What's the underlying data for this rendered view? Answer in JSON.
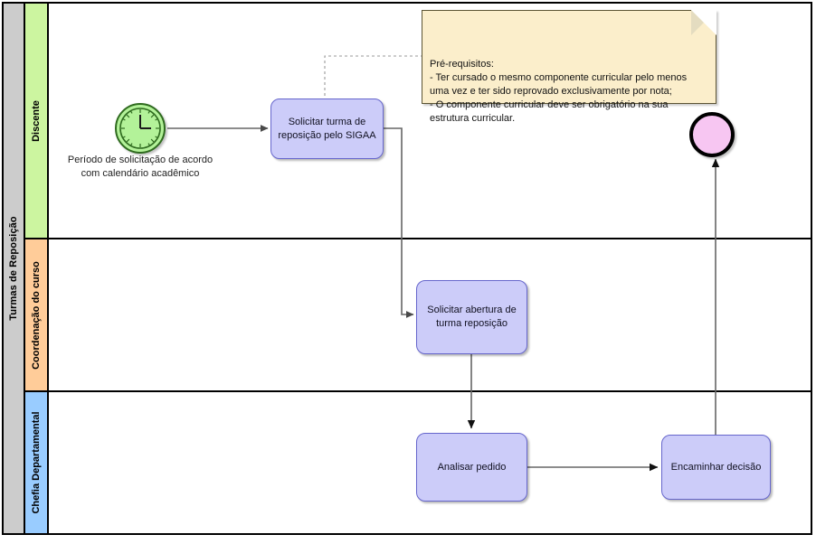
{
  "pool": {
    "title": "Turmas de Reposição",
    "header_color": "#cccccc"
  },
  "lanes": [
    {
      "id": "discente",
      "title": "Discente",
      "color": "#ccf5a0"
    },
    {
      "id": "coordenacao",
      "title": "Coordenação do curso",
      "color": "#ffcc99"
    },
    {
      "id": "chefia",
      "title": "Chefia Departamental",
      "color": "#99ccff"
    }
  ],
  "events": {
    "start": {
      "name": "timer-start-event",
      "label": "Período de solicitação de acordo\ncom calendário acadêmico",
      "color": "#b3f299",
      "border_color": "#2f6b1f"
    },
    "end": {
      "name": "end-event",
      "color": "#f7c6f2",
      "border_color": "#000000"
    }
  },
  "tasks": [
    {
      "id": "t1",
      "label": "Solicitar turma de reposição pelo SIGAA",
      "lane": "discente"
    },
    {
      "id": "t2",
      "label": "Solicitar abertura de turma reposição",
      "lane": "coordenacao"
    },
    {
      "id": "t3",
      "label": "Analisar pedido",
      "lane": "chefia"
    },
    {
      "id": "t4",
      "label": "Encaminhar decisão",
      "lane": "chefia"
    }
  ],
  "note": {
    "title": "Pré-requisitos:",
    "text": "Pré-requisitos:\n-  Ter cursado o mesmo componente curricular pelo menos uma vez e ter sido reprovado exclusivamente por nota;\n- O componente curricular deve ser obrigatório na sua estrutura curricular.",
    "fill": "#fbeecb"
  },
  "style": {
    "task_fill": "#ccccf9",
    "task_stroke": "#6666cc",
    "flow_stroke": "#666666",
    "association_stroke": "#999999"
  }
}
